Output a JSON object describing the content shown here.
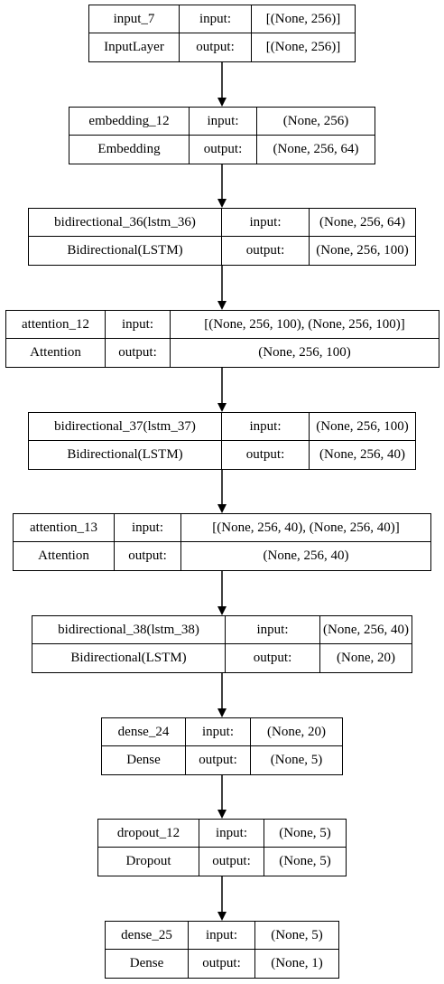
{
  "layers": [
    {
      "name": "input_7",
      "type": "InputLayer",
      "input_label": "input:",
      "input_shape": "[(None, 256)]",
      "output_label": "output:",
      "output_shape": "[(None, 256)]"
    },
    {
      "name": "embedding_12",
      "type": "Embedding",
      "input_label": "input:",
      "input_shape": "(None, 256)",
      "output_label": "output:",
      "output_shape": "(None, 256, 64)"
    },
    {
      "name": "bidirectional_36(lstm_36)",
      "type": "Bidirectional(LSTM)",
      "input_label": "input:",
      "input_shape": "(None, 256, 64)",
      "output_label": "output:",
      "output_shape": "(None, 256, 100)"
    },
    {
      "name": "attention_12",
      "type": "Attention",
      "input_label": "input:",
      "input_shape": "[(None, 256, 100), (None, 256, 100)]",
      "output_label": "output:",
      "output_shape": "(None, 256, 100)"
    },
    {
      "name": "bidirectional_37(lstm_37)",
      "type": "Bidirectional(LSTM)",
      "input_label": "input:",
      "input_shape": "(None, 256, 100)",
      "output_label": "output:",
      "output_shape": "(None, 256, 40)"
    },
    {
      "name": "attention_13",
      "type": "Attention",
      "input_label": "input:",
      "input_shape": "[(None, 256, 40), (None, 256, 40)]",
      "output_label": "output:",
      "output_shape": "(None, 256, 40)"
    },
    {
      "name": "bidirectional_38(lstm_38)",
      "type": "Bidirectional(LSTM)",
      "input_label": "input:",
      "input_shape": "(None, 256, 40)",
      "output_label": "output:",
      "output_shape": "(None, 20)"
    },
    {
      "name": "dense_24",
      "type": "Dense",
      "input_label": "input:",
      "input_shape": "(None, 20)",
      "output_label": "output:",
      "output_shape": "(None, 5)"
    },
    {
      "name": "dropout_12",
      "type": "Dropout",
      "input_label": "input:",
      "input_shape": "(None, 5)",
      "output_label": "output:",
      "output_shape": "(None, 5)"
    },
    {
      "name": "dense_25",
      "type": "Dense",
      "input_label": "input:",
      "input_shape": "(None, 5)",
      "output_label": "output:",
      "output_shape": "(None, 1)"
    }
  ],
  "edges": [
    {
      "from": "input_7",
      "to": "embedding_12"
    },
    {
      "from": "embedding_12",
      "to": "bidirectional_36(lstm_36)"
    },
    {
      "from": "bidirectional_36(lstm_36)",
      "to": "attention_12"
    },
    {
      "from": "attention_12",
      "to": "bidirectional_37(lstm_37)"
    },
    {
      "from": "bidirectional_37(lstm_37)",
      "to": "attention_13"
    },
    {
      "from": "attention_13",
      "to": "bidirectional_38(lstm_38)"
    },
    {
      "from": "bidirectional_38(lstm_38)",
      "to": "dense_24"
    },
    {
      "from": "dense_24",
      "to": "dropout_12"
    },
    {
      "from": "dropout_12",
      "to": "dense_25"
    }
  ],
  "colors": {
    "line": "#000000",
    "background": "#ffffff"
  }
}
